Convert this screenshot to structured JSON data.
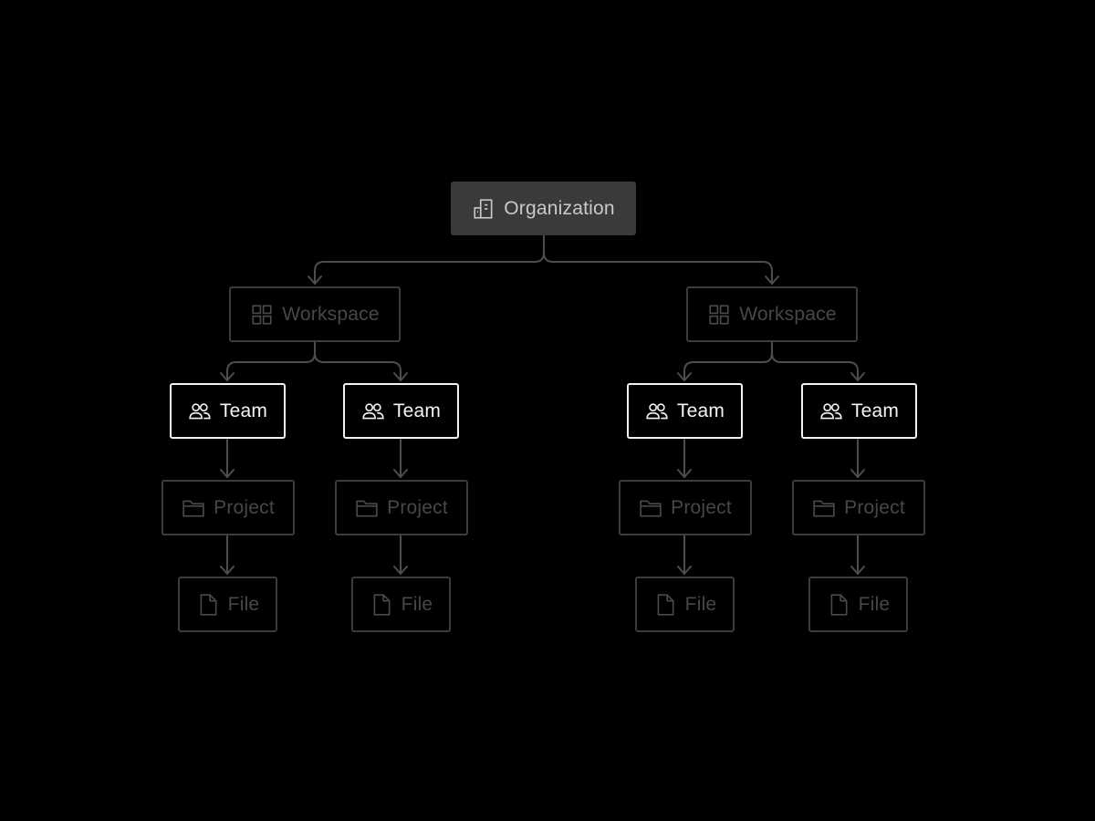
{
  "colors": {
    "background": "#000000",
    "connector": "#4d4d4d",
    "organization_fill": "#3a3a3a",
    "organization_text": "#c9c9c9",
    "dim_border": "#3c3c3c",
    "dim_text": "#474747",
    "team_border": "#f2f2f2",
    "team_text": "#f5f5f5"
  },
  "diagram": {
    "organization": {
      "label": "Organization",
      "icon": "building-icon"
    },
    "workspaces": [
      {
        "label": "Workspace",
        "icon": "grid-icon",
        "teams": [
          {
            "label": "Team",
            "icon": "users-icon",
            "project": {
              "label": "Project",
              "icon": "folder-icon"
            },
            "file": {
              "label": "File",
              "icon": "file-icon"
            }
          },
          {
            "label": "Team",
            "icon": "users-icon",
            "project": {
              "label": "Project",
              "icon": "folder-icon"
            },
            "file": {
              "label": "File",
              "icon": "file-icon"
            }
          }
        ]
      },
      {
        "label": "Workspace",
        "icon": "grid-icon",
        "teams": [
          {
            "label": "Team",
            "icon": "users-icon",
            "project": {
              "label": "Project",
              "icon": "folder-icon"
            },
            "file": {
              "label": "File",
              "icon": "file-icon"
            }
          },
          {
            "label": "Team",
            "icon": "users-icon",
            "project": {
              "label": "Project",
              "icon": "folder-icon"
            },
            "file": {
              "label": "File",
              "icon": "file-icon"
            }
          }
        ]
      }
    ]
  }
}
